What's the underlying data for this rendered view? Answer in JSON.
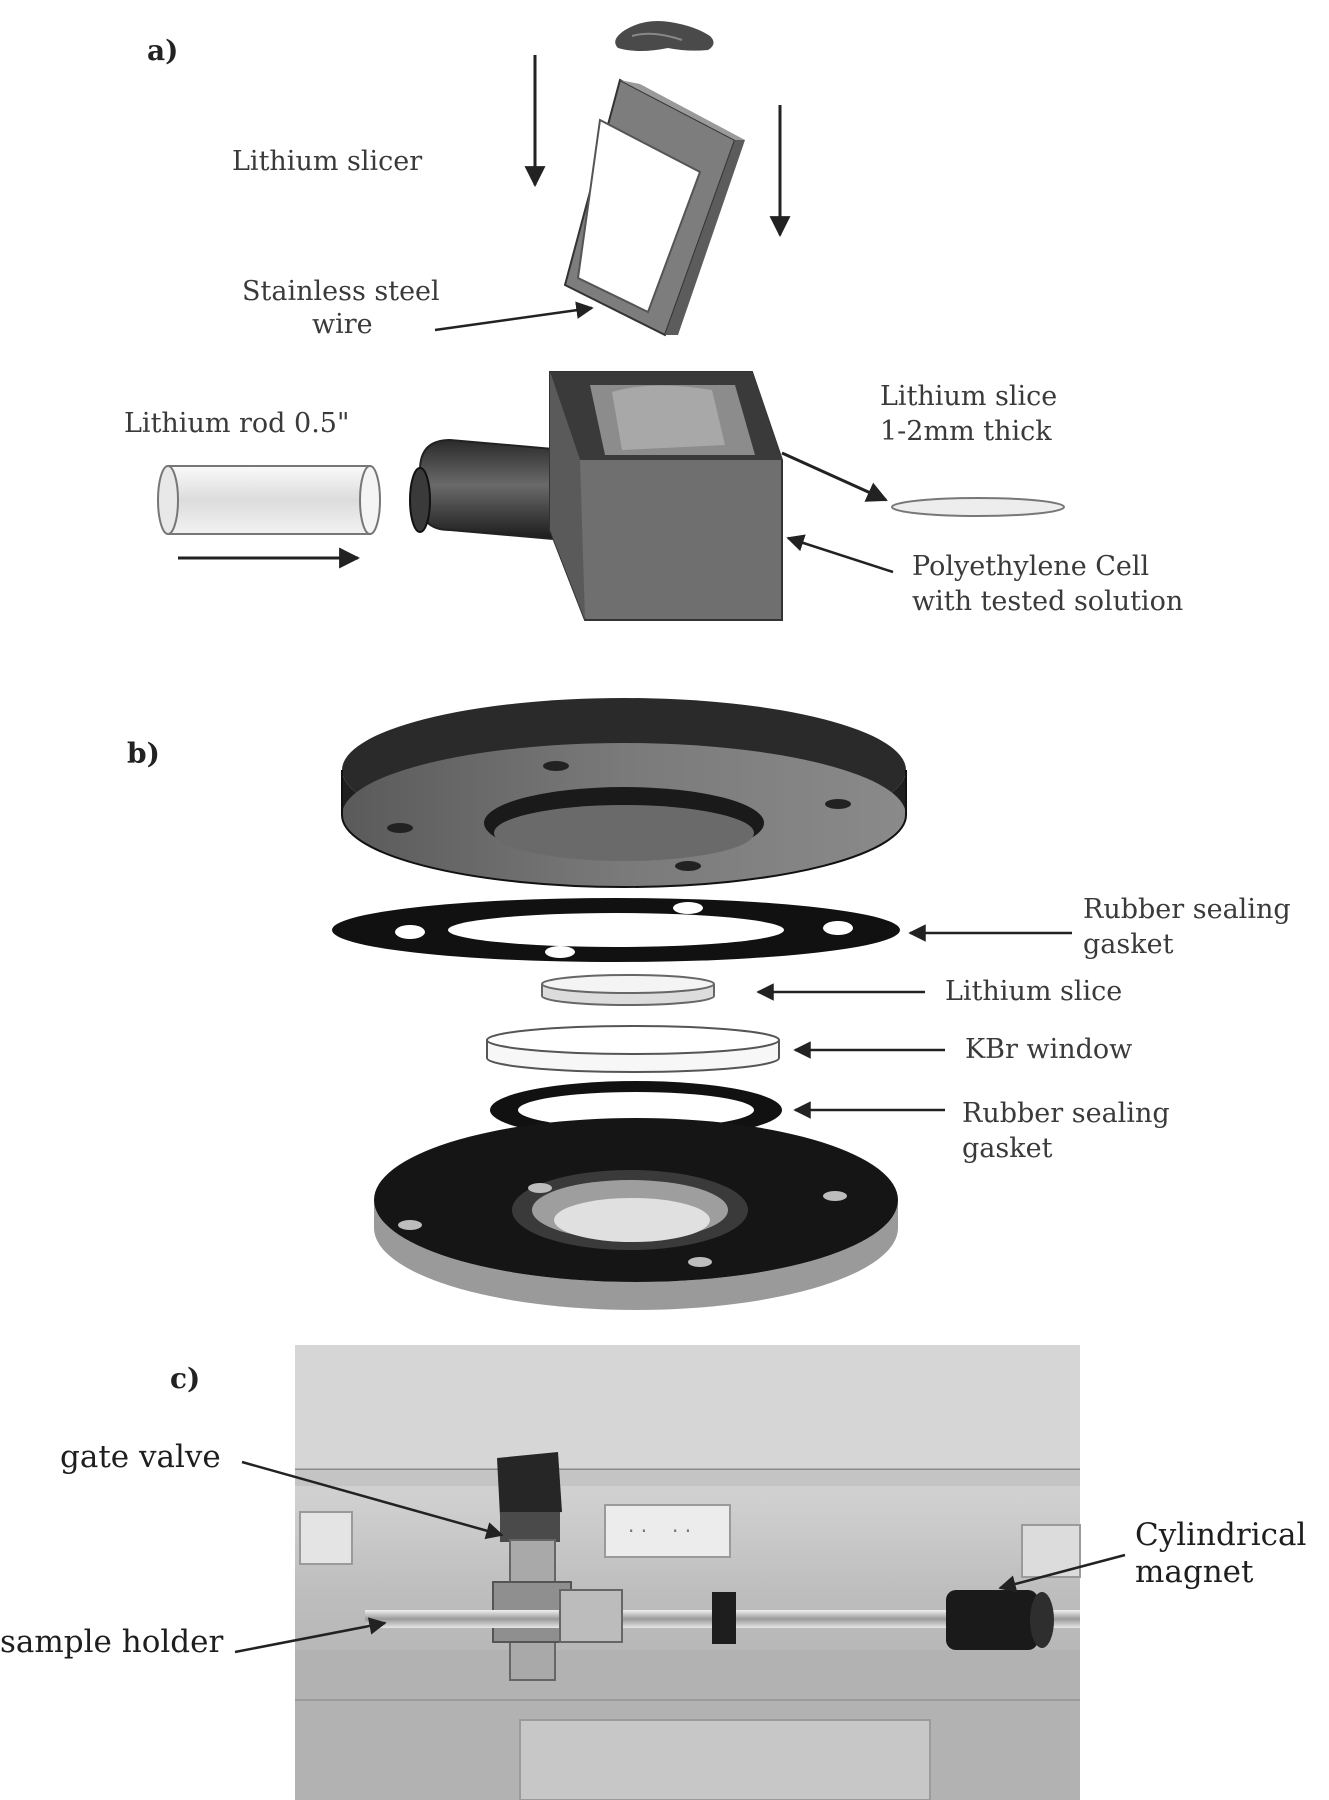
{
  "panels": {
    "a": "a)",
    "b": "b)",
    "c": "c)"
  },
  "labels_a": {
    "slicer": "Lithium slicer",
    "wire_line1": "Stainless steel",
    "wire_line2": "wire",
    "rod": "Lithium rod 0.5\"",
    "slice_line1": "Lithium slice",
    "slice_line2": "1-2mm thick",
    "cell_line1": "Polyethylene Cell",
    "cell_line2": "with tested solution"
  },
  "labels_b": {
    "gasket1_line1": "Rubber sealing",
    "gasket1_line2": "gasket",
    "slice": "Lithium slice",
    "window": "KBr window",
    "gasket2_line1": "Rubber sealing",
    "gasket2_line2": "gasket"
  },
  "labels_c": {
    "gate_valve": "gate valve",
    "sample_holder": "sample holder",
    "magnet_line1": "Cylindrical",
    "magnet_line2": "magnet"
  }
}
